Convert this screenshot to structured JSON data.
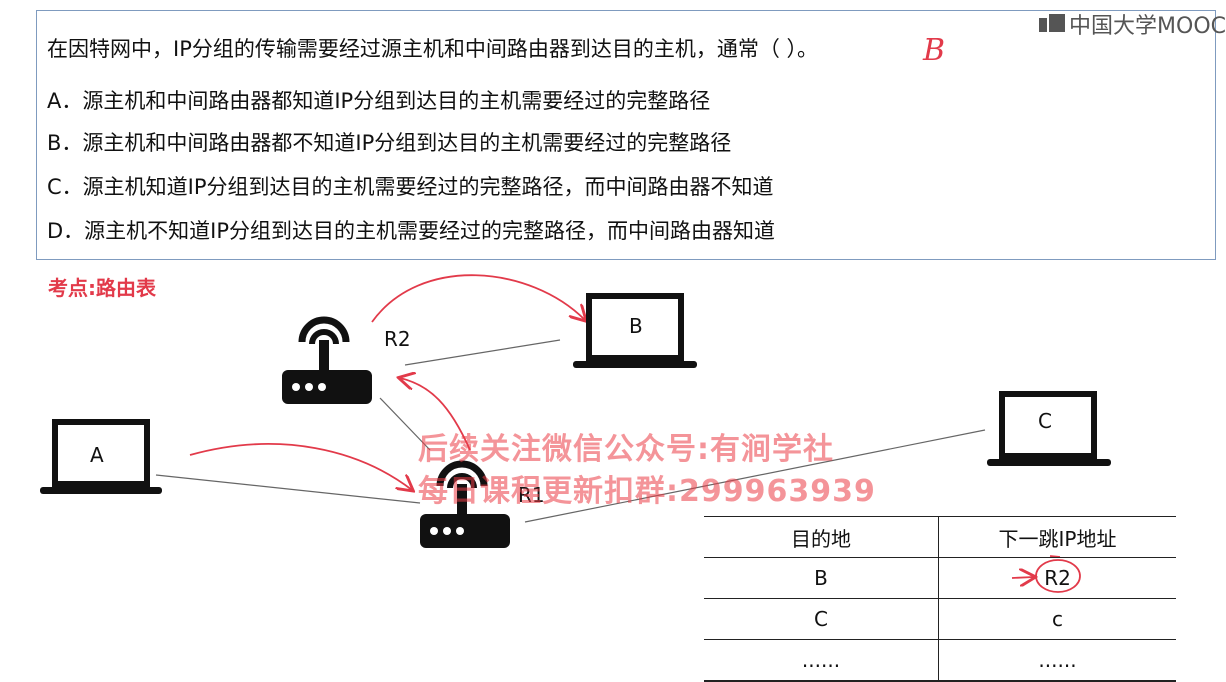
{
  "question": {
    "stem": "在因特网中，IP分组的传输需要经过源主机和中间路由器到达目的主机，通常（      ）。",
    "answer_mark": "B",
    "options": [
      "A．源主机和中间路由器都知道IP分组到达目的主机需要经过的完整路径",
      "B．源主机和中间路由器都不知道IP分组到达目的主机需要经过的完整路径",
      "C．源主机知道IP分组到达目的主机需要经过的完整路径，而中间路由器不知道",
      "D．源主机不知道IP分组到达目的主机需要经过的完整路径，而中间路由器知道"
    ]
  },
  "logo": {
    "text": "中国大学MOOC"
  },
  "keypoint": {
    "text": "考点:路由表"
  },
  "diagram": {
    "hosts": {
      "A": "A",
      "B": "B",
      "C": "C"
    },
    "routers": {
      "R1": "R1",
      "R2": "R2"
    }
  },
  "watermark": {
    "line1": "后续关注微信公众号:有涧学社",
    "line2": "每日课程更新扣群:299963939"
  },
  "routing_table": {
    "headers": [
      "目的地",
      "下一跳IP地址"
    ],
    "rows": [
      [
        "B",
        "R2"
      ],
      [
        "C",
        "c"
      ],
      [
        "......",
        "......"
      ]
    ]
  },
  "colors": {
    "annotation": "#e23a4a",
    "box_border": "#7f9bbf",
    "device": "#111111"
  }
}
